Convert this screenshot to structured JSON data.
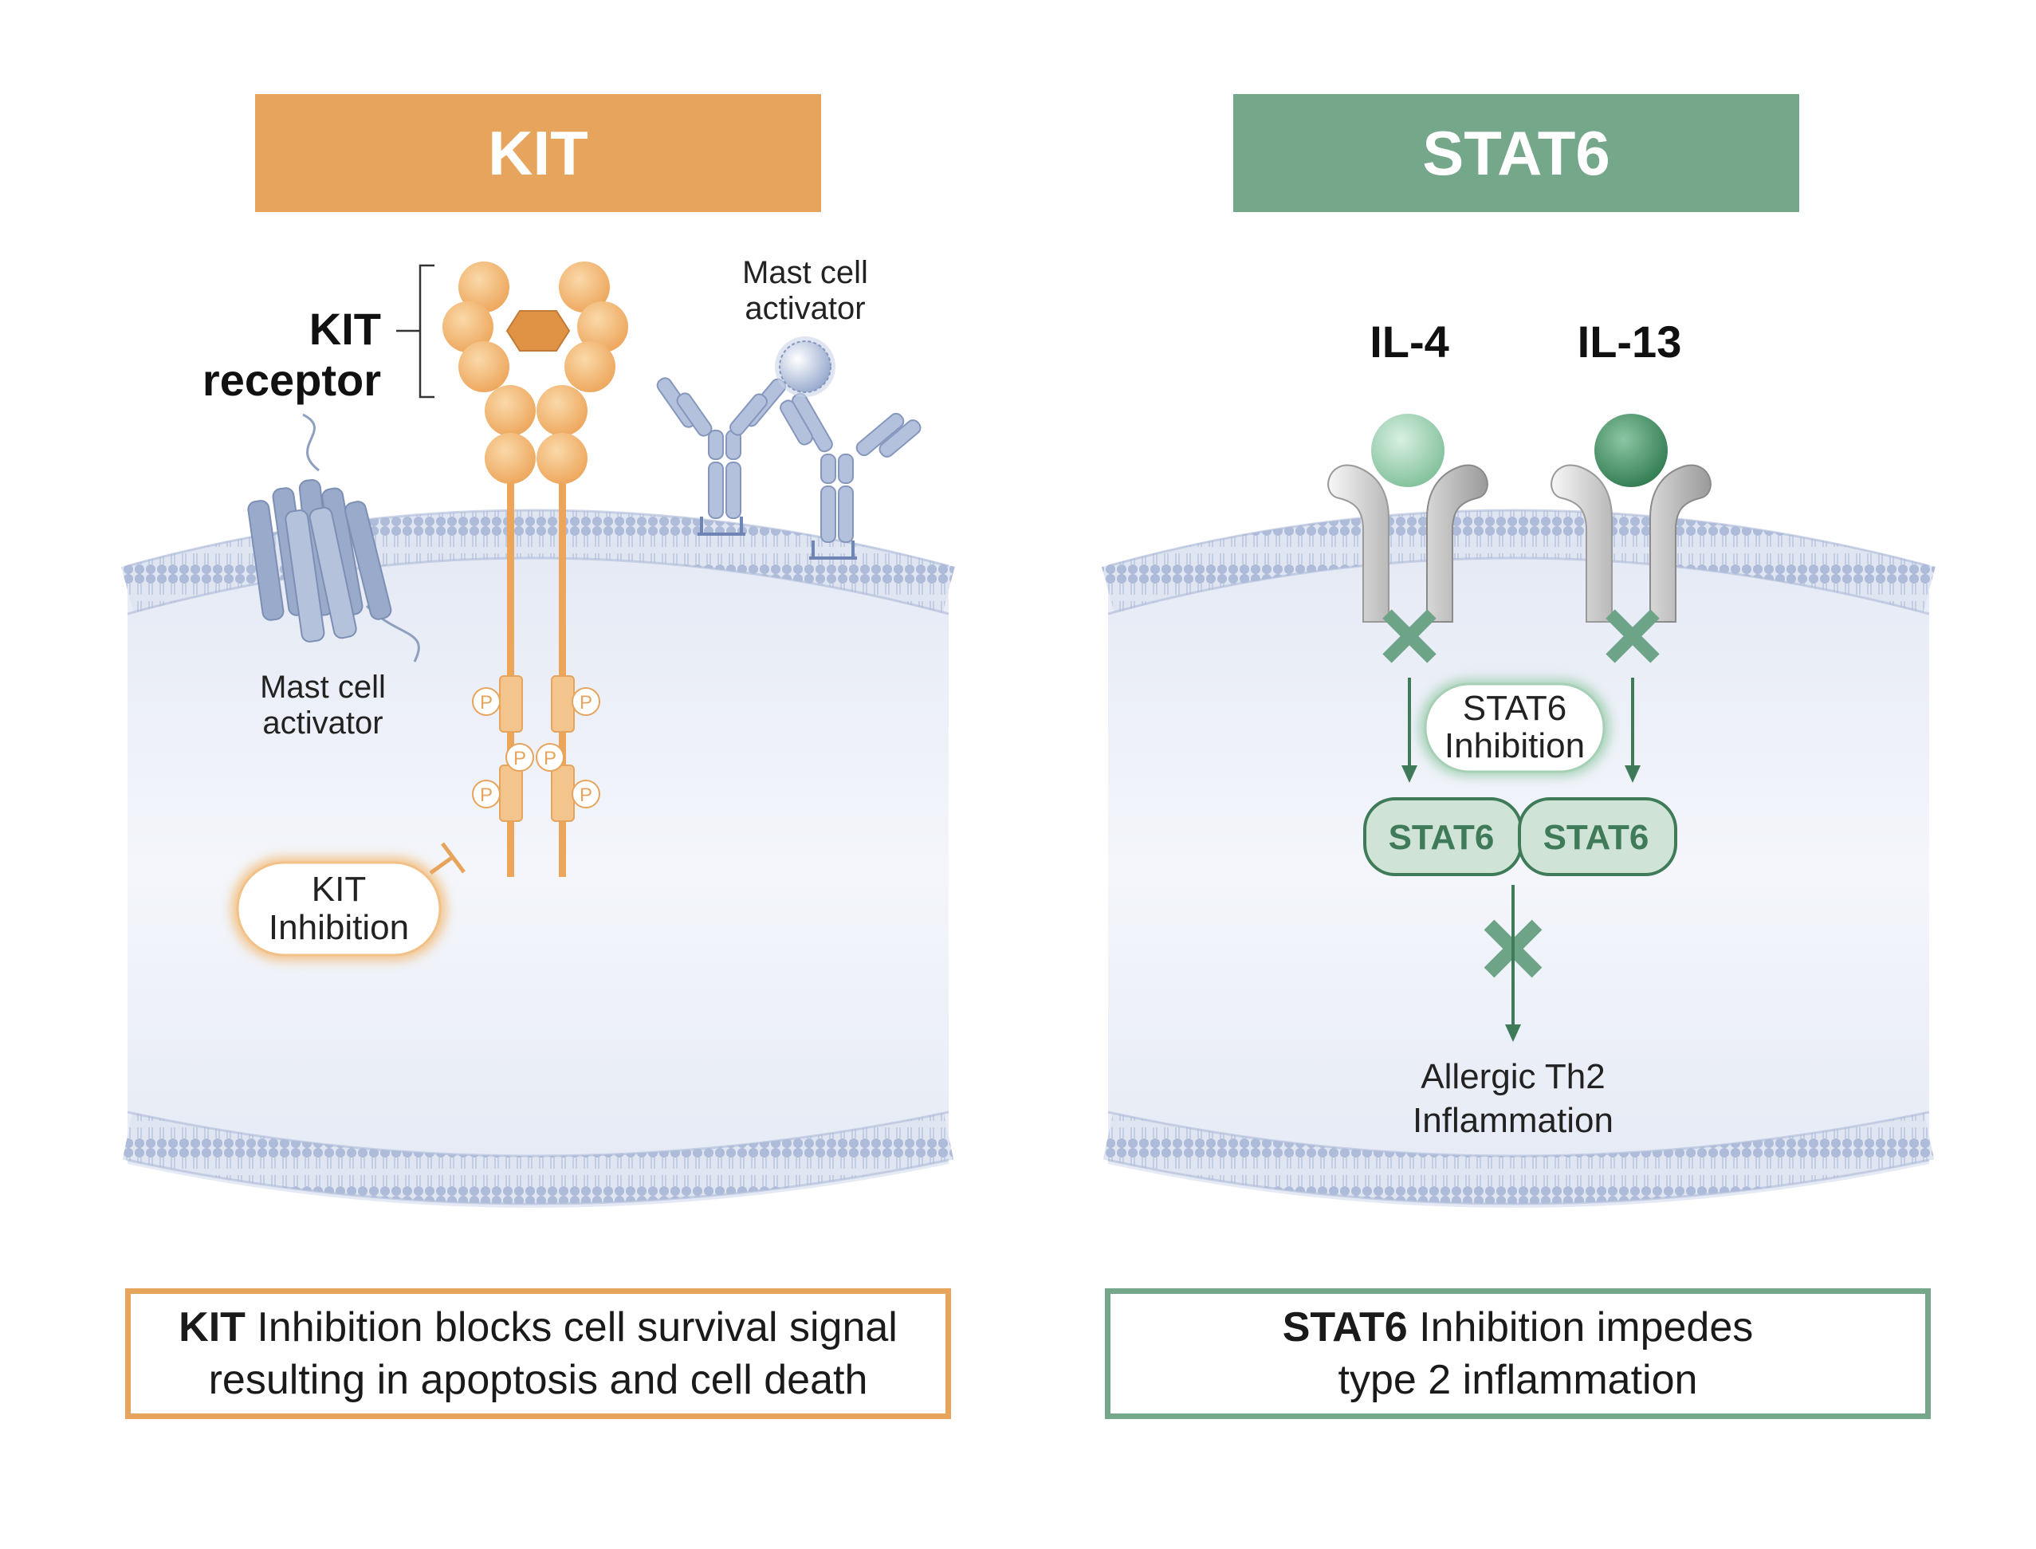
{
  "kit_panel": {
    "banner": "KIT",
    "receptor_label_line1": "KIT",
    "receptor_label_line2": "receptor",
    "activator_top_line1": "Mast cell",
    "activator_top_line2": "activator",
    "activator_left_line1": "Mast cell",
    "activator_left_line2": "activator",
    "phospho_label": "P",
    "inhibition_line1": "KIT",
    "inhibition_line2": "Inhibition",
    "caption_bold": "KIT",
    "caption_rest_line1": " Inhibition blocks cell survival signal",
    "caption_line2": "resulting in apoptosis and cell death"
  },
  "stat6_panel": {
    "banner": "STAT6",
    "ligand_1": "IL-4",
    "ligand_2": "IL-13",
    "inhibition_line1": "STAT6",
    "inhibition_line2": "Inhibition",
    "dimer_left": "STAT6",
    "dimer_right": "STAT6",
    "outcome_line1": "Allergic Th2",
    "outcome_line2": "Inflammation",
    "caption_bold": "STAT6",
    "caption_rest_line1": " Inhibition impedes",
    "caption_line2": "type 2 inflammation"
  },
  "colors": {
    "kit_orange": "#e6a45d",
    "stat_green": "#75a78a",
    "dark_green": "#3f7a59",
    "cell_fill": "#e9edf6",
    "membrane": "#aebbd9"
  },
  "icons": [
    "gpcr-icon",
    "antibody-icon",
    "activator-particle-icon",
    "receptor-icon",
    "block-x-icon",
    "arrow-icon",
    "inhibit-bar-icon"
  ]
}
